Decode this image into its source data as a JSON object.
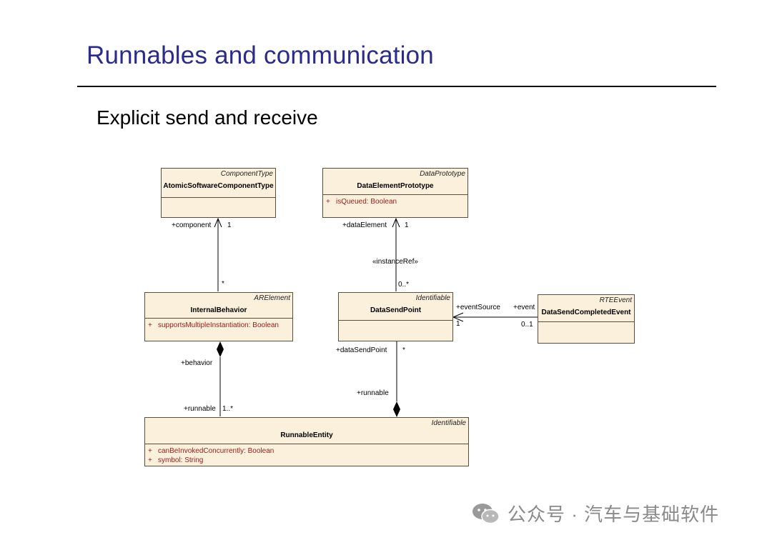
{
  "header": {
    "title": "Runnables and communication",
    "subtitle": "Explicit send and receive"
  },
  "classes": {
    "atomic": {
      "stereotype": "ComponentType",
      "name": "AtomicSoftwareComponentType",
      "attributes": []
    },
    "dataelement": {
      "stereotype": "DataPrototype",
      "name": "DataElementPrototype",
      "attributes": [
        {
          "vis": "+",
          "text": "isQueued:  Boolean"
        }
      ]
    },
    "internal": {
      "stereotype": "ARElement",
      "name": "InternalBehavior",
      "attributes": [
        {
          "vis": "+",
          "text": "supportsMultipleInstantiation:  Boolean"
        }
      ]
    },
    "datasend": {
      "stereotype": "Identifiable",
      "name": "DataSendPoint",
      "attributes": []
    },
    "completed": {
      "stereotype": "RTEEvent",
      "name": "DataSendCompletedEvent",
      "attributes": []
    },
    "runnable": {
      "stereotype": "Identifiable",
      "name": "RunnableEntity",
      "attributes": [
        {
          "vis": "+",
          "text": "canBeInvokedConcurrently:  Boolean"
        },
        {
          "vis": "+",
          "text": "symbol:  String"
        }
      ]
    }
  },
  "labels": {
    "component_role": "+component",
    "component_mult": "1",
    "internal_mult_star": "*",
    "dataelement_role": "+dataElement",
    "dataelement_mult": "1",
    "instance_ref": "«instanceRef»",
    "datasend_mult_top": "0..*",
    "event_source": "+eventSource",
    "event_source_mult": "1",
    "event_role": "+event",
    "event_mult": "0..1",
    "behavior_role": "+behavior",
    "runnable_role_left": "+runnable",
    "runnable_mult_left": "1..*",
    "datasendpoint_role": "+dataSendPoint",
    "datasendpoint_mult": "*",
    "runnable_role_right": "+runnable"
  },
  "watermark": {
    "text": "公众号 · 汽车与基础软件",
    "icon": "wechat-icon"
  }
}
